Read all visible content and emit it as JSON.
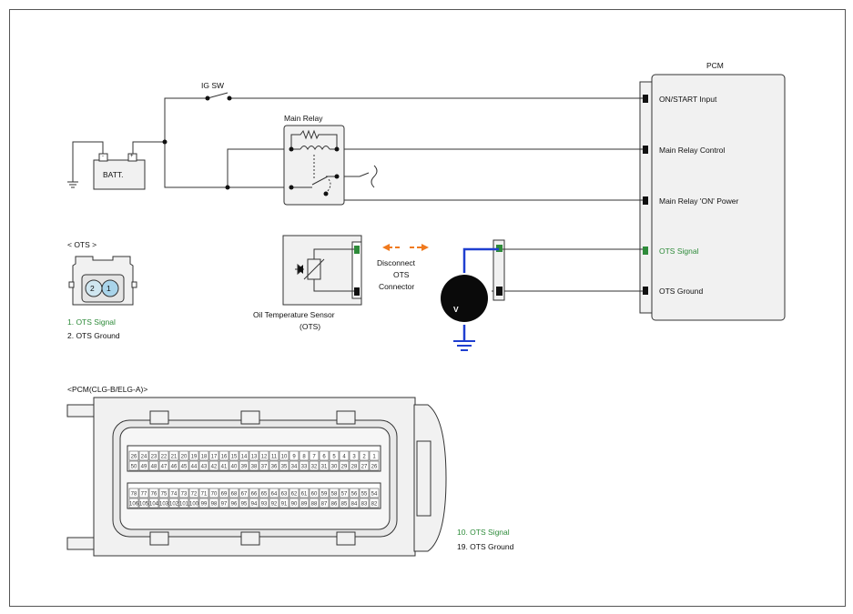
{
  "pcm": {
    "title": "PCM",
    "pins": [
      {
        "label": "ON/START Input",
        "color": "#111111"
      },
      {
        "label": "Main Relay Control",
        "color": "#111111"
      },
      {
        "label": "Main Relay 'ON' Power",
        "color": "#111111"
      },
      {
        "label": "OTS Signal",
        "color": "#2e8b3a"
      },
      {
        "label": "OTS Ground",
        "color": "#111111"
      }
    ]
  },
  "ig_sw": "IG SW",
  "main_relay": "Main Relay",
  "battery": {
    "label": "BATT.",
    "minus": "-",
    "plus": "+"
  },
  "ots_connector": {
    "title": "< OTS   >",
    "pin_left": "2",
    "pin_right": "1",
    "pins": [
      {
        "label": "1.   OTS Signal",
        "color": "#2e8b3a"
      },
      {
        "label": "2.   OTS Ground",
        "color": "#111111"
      }
    ]
  },
  "sensor_label_1": "Oil Temperature Sensor",
  "sensor_label_2": "(OTS)",
  "disconnect": {
    "line1": "Disconnect",
    "line2": "OTS",
    "line3": "Connector"
  },
  "meter": {
    "label": "V"
  },
  "pcm_connector": {
    "title": "<PCM(CLG-B/ELG-A)>",
    "row1": [
      "26",
      "24",
      "23",
      "22",
      "21",
      "20",
      "19",
      "18",
      "17",
      "16",
      "15",
      "14",
      "13",
      "12",
      "11",
      "10",
      "9",
      "8",
      "7",
      "6",
      "5",
      "4",
      "3",
      "2",
      "1"
    ],
    "row2": [
      "50",
      "49",
      "48",
      "47",
      "46",
      "45",
      "44",
      "43",
      "42",
      "41",
      "40",
      "39",
      "38",
      "37",
      "36",
      "35",
      "34",
      "33",
      "32",
      "31",
      "30",
      "29",
      "28",
      "27",
      "26"
    ],
    "row3": [
      "78",
      "77",
      "76",
      "75",
      "74",
      "73",
      "72",
      "71",
      "70",
      "69",
      "68",
      "67",
      "66",
      "65",
      "64",
      "63",
      "62",
      "61",
      "60",
      "59",
      "58",
      "57",
      "56",
      "55",
      "54"
    ],
    "row4": [
      "106",
      "105",
      "104",
      "103",
      "102",
      "101",
      "100",
      "99",
      "98",
      "97",
      "96",
      "95",
      "94",
      "93",
      "92",
      "91",
      "90",
      "89",
      "88",
      "87",
      "86",
      "85",
      "84",
      "83",
      "82"
    ],
    "pins": [
      {
        "label": "10.    OTS Signal",
        "color": "#2e8b3a"
      },
      {
        "label": "19.    OTS Ground",
        "color": "#111111"
      }
    ]
  },
  "colors": {
    "signal": "#2e8b3a",
    "probe": "#1f3fd0",
    "arrow": "#f07a1e"
  }
}
